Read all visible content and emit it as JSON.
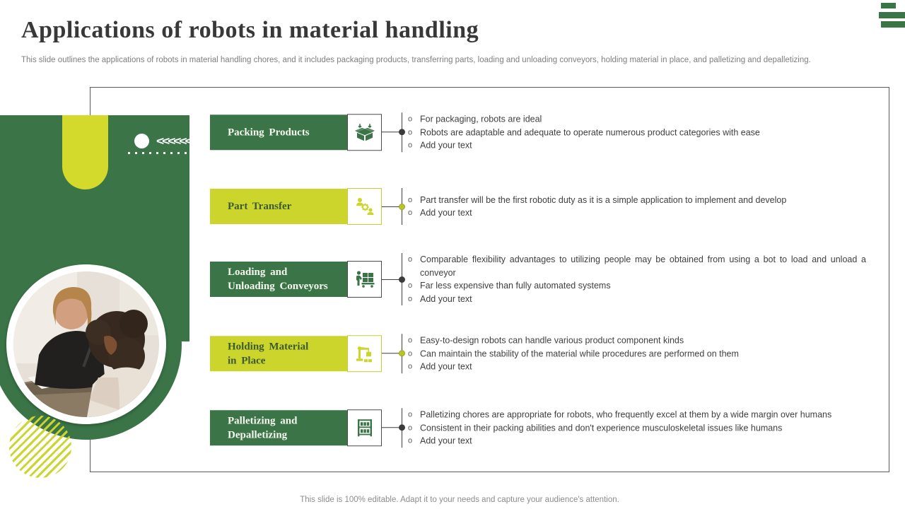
{
  "slide": {
    "title": "Applications of robots in material handling",
    "subtitle": "This slide outlines the applications of robots in material handling chores, and it includes packaging products, transferring parts, loading and unloading conveyors, holding material in place, and palletizing and depalletizing.",
    "footer": "This slide is 100% editable. Adapt it to your needs and capture your audience's attention."
  },
  "decor": {
    "chevrons": "<<<<<<",
    "bullet_marker": "o",
    "corner_bars_icon": "menu-bars-icon",
    "photo": "two-people-studying-photo"
  },
  "colors": {
    "dark_green": "#3a7447",
    "yellow_green": "#ccd52b",
    "title_text": "#383838",
    "muted_text": "#7f7f7f",
    "body_text": "#3f3f3f"
  },
  "rows": [
    {
      "label_lines": [
        "Packing Products"
      ],
      "style": "green",
      "icon": "packing-box-icon",
      "bullets": [
        "For packaging, robots are ideal",
        "Robots are adaptable and adequate to operate numerous product categories with ease",
        "Add your text"
      ]
    },
    {
      "label_lines": [
        "Part Transfer"
      ],
      "style": "yellow",
      "icon": "part-transfer-icon",
      "bullets": [
        "Part transfer will be the first robotic duty as it is a simple application to implement and develop",
        "Add your text"
      ]
    },
    {
      "label_lines": [
        "Loading and",
        "Unloading Conveyors"
      ],
      "style": "green",
      "icon": "conveyor-loading-icon",
      "bullets": [
        "Comparable flexibility advantages to utilizing people may be obtained from using a bot to load and unload a conveyor",
        "Far less expensive than fully automated systems",
        "Add your text"
      ]
    },
    {
      "label_lines": [
        "Holding Material",
        "in Place"
      ],
      "style": "yellow",
      "icon": "robotic-arm-icon",
      "bullets": [
        "Easy-to-design robots can handle various product component kinds",
        "Can maintain the stability of the material while procedures are performed on them",
        "Add your text"
      ]
    },
    {
      "label_lines": [
        "Palletizing and",
        "Depalletizing"
      ],
      "style": "green",
      "icon": "pallet-rack-icon",
      "bullets": [
        "Palletizing chores are appropriate for robots, who frequently excel at them by a wide margin over humans",
        "Consistent in their packing abilities and don't experience musculoskeletal issues like humans",
        "Add your text"
      ]
    }
  ]
}
